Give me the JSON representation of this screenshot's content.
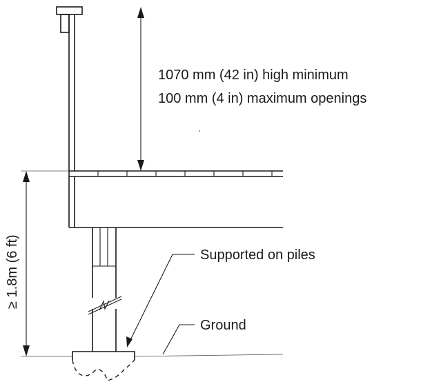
{
  "labels": {
    "height_line1": "1070 mm (42 in) high minimum",
    "height_line2": "100 mm (4 in) maximum openings",
    "vertical": "≥ 1.8m (6 ft)",
    "piles": "Supported on piles",
    "ground": "Ground"
  }
}
